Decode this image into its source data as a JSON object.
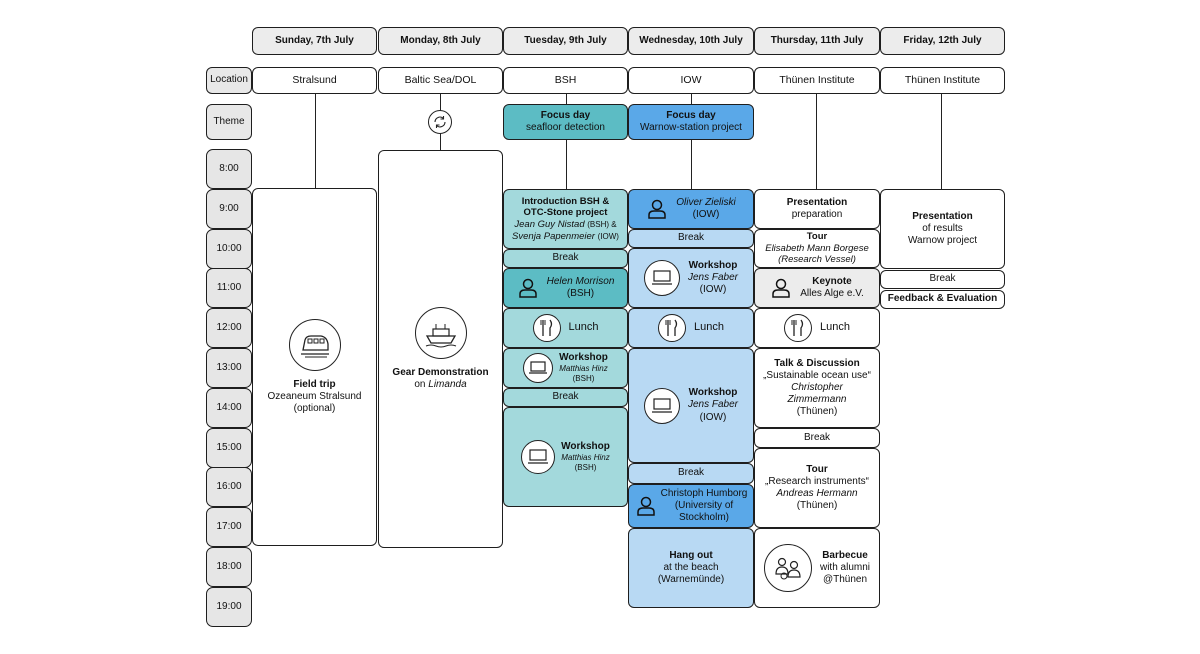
{
  "days": [
    "Sunday, 7th July",
    "Monday, 8th July",
    "Tuesday, 9th July",
    "Wednesday, 10th July",
    "Thursday, 11th July",
    "Friday, 12th July"
  ],
  "row_labels": {
    "location": "Location",
    "theme": "Theme"
  },
  "locations": [
    "Stralsund",
    "Baltic Sea/DOL",
    "BSH",
    "IOW",
    "Thünen Institute",
    "Thünen Institute"
  ],
  "times": [
    "8:00",
    "9:00",
    "10:00",
    "11:00",
    "12:00",
    "13:00",
    "14:00",
    "15:00",
    "16:00",
    "17:00",
    "18:00",
    "19:00"
  ],
  "themes": {
    "tue": {
      "title": "Focus day",
      "sub": "seafloor detection"
    },
    "wed": {
      "title": "Focus day",
      "sub": "Warnow-station project"
    }
  },
  "sun": {
    "title": "Field trip",
    "line1": "Ozeaneum Stralsund",
    "line2": "(optional)",
    "icon": "train-icon"
  },
  "mon": {
    "title": "Gear Demonstration",
    "on": "on",
    "vessel": "Limanda",
    "icon": "ship-icon",
    "theme_icon": "cycle-icon"
  },
  "tue": {
    "intro_title1": "Introduction BSH &",
    "intro_title2": "OTC-Stone project",
    "intro_p1": "Jean Guy Nistad",
    "intro_p1_org": "(BSH) &",
    "intro_p2": "Svenja Papenmeier",
    "intro_p2_org": "(IOW)",
    "break1": "Break",
    "talk_name": "Helen Morrison",
    "talk_org": "(BSH)",
    "lunch": "Lunch",
    "ws1_title": "Workshop",
    "ws1_name": "Matthias Hinz",
    "ws1_org": "(BSH)",
    "break2": "Break",
    "ws2_title": "Workshop",
    "ws2_name": "Matthias Hinz",
    "ws2_org": "(BSH)"
  },
  "wed": {
    "talk1_name": "Oliver Zieliski",
    "talk1_org": "(IOW)",
    "break1": "Break",
    "ws1_title": "Workshop",
    "ws1_name": "Jens Faber",
    "ws1_org": "(IOW)",
    "lunch": "Lunch",
    "ws2_title": "Workshop",
    "ws2_name": "Jens Faber",
    "ws2_org": "(IOW)",
    "break2": "Break",
    "talk2_name": "Christoph Humborg",
    "talk2_org1": "(University of",
    "talk2_org2": "Stockholm)",
    "hang_title": "Hang out",
    "hang_l1": "at the beach",
    "hang_l2": "(Warnemünde)"
  },
  "thu": {
    "pres_title": "Presentation",
    "pres_sub": "preparation",
    "tour1_title": "Tour",
    "tour1_l1": "Elisabeth Mann Borgese",
    "tour1_l2": "(Research Vessel)",
    "key_title": "Keynote",
    "key_sub": "Alles Alge e.V.",
    "lunch": "Lunch",
    "talk_title": "Talk & Discussion",
    "talk_quote": "„Sustainable ocean use“",
    "talk_name1": "Christopher",
    "talk_name2": "Zimmermann",
    "talk_org": "(Thünen)",
    "break": "Break",
    "tour2_title": "Tour",
    "tour2_quote": "„Research instruments“",
    "tour2_name": "Andreas Hermann",
    "tour2_org": "(Thünen)",
    "bbq_title": "Barbecue",
    "bbq_l1": "with alumni",
    "bbq_l2": "@Thünen"
  },
  "fri": {
    "pres_title": "Presentation",
    "pres_l1": "of results",
    "pres_l2": "Warnow project",
    "break": "Break",
    "feedback": "Feedback & Evaluation"
  },
  "colors": {
    "teal": "#5cbcc4",
    "teal_light": "#a3d9dc",
    "blue": "#5aa8e8",
    "blue_light": "#b8d9f3",
    "gray": "#ececec"
  }
}
